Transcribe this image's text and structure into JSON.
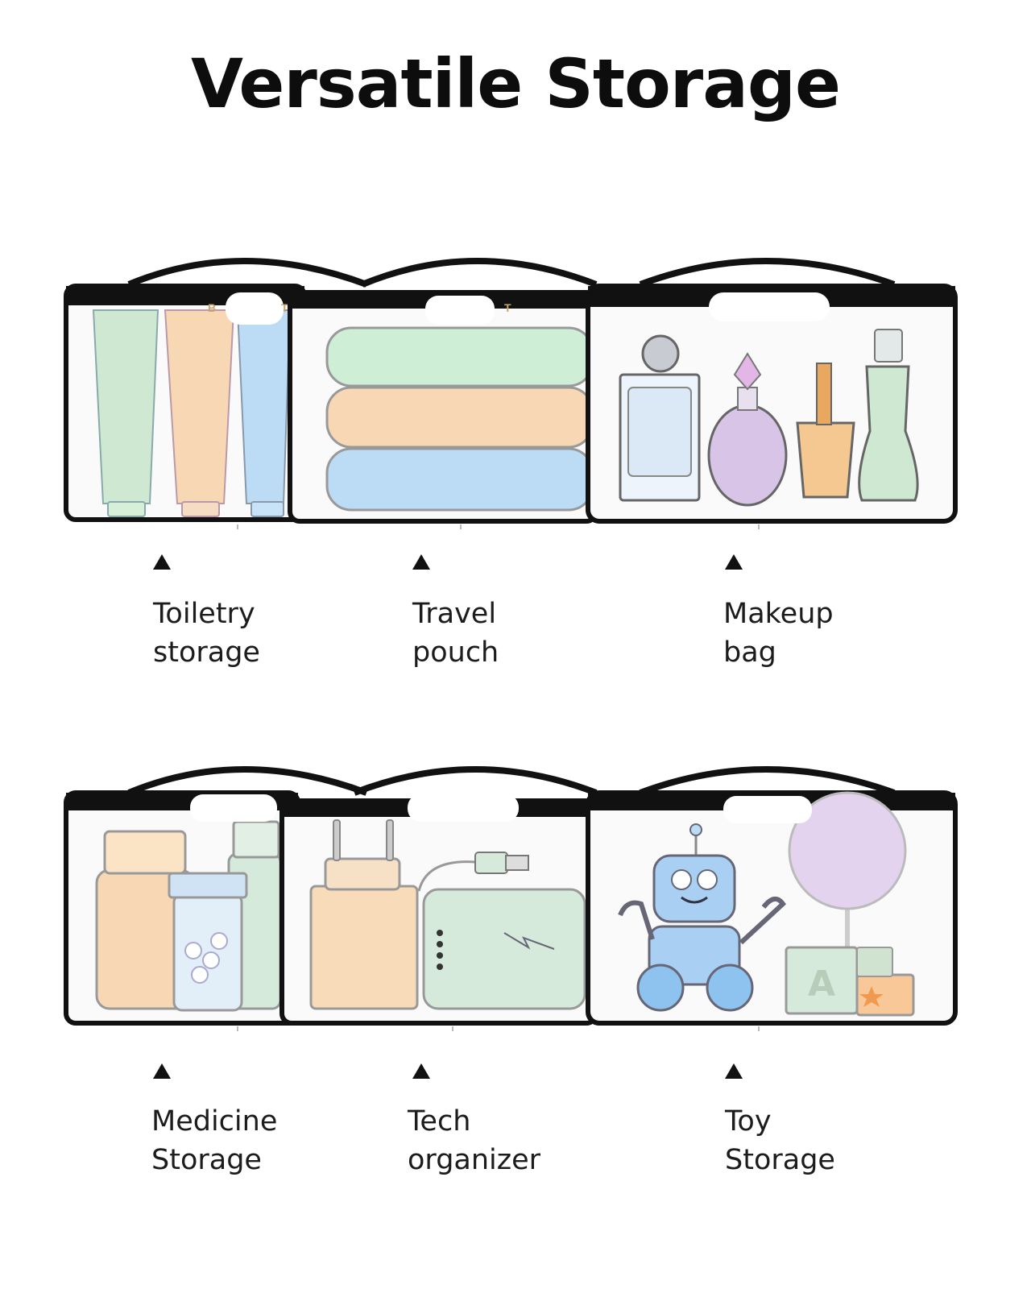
{
  "title": "Versatile Storage",
  "bag_brand_fragments": {
    "toiletry_left": "B",
    "toiletry_right": "T",
    "travel_right": "T"
  },
  "uses": [
    {
      "id": "toiletry",
      "line1": "Toiletry",
      "line2": "storage"
    },
    {
      "id": "travel",
      "line1": "Travel",
      "line2": "pouch"
    },
    {
      "id": "makeup",
      "line1": "Makeup",
      "line2": "bag"
    },
    {
      "id": "medicine",
      "line1": "Medicine",
      "line2": "Storage"
    },
    {
      "id": "tech",
      "line1": "Tech",
      "line2": "organizer"
    },
    {
      "id": "toy",
      "line1": "Toy",
      "line2": "Storage"
    }
  ],
  "icons": [
    "toiletry-tubes",
    "folded-towels",
    "perfume-bottles",
    "medicine-bottles",
    "charger-and-power-bank",
    "robot-and-toys",
    "up-arrow-marker"
  ],
  "colors": {
    "mint": "#cfe8d2",
    "peach": "#f8d8b4",
    "sky": "#bcdcf6",
    "lilac": "#d7c4e6",
    "outline": "#111111"
  }
}
